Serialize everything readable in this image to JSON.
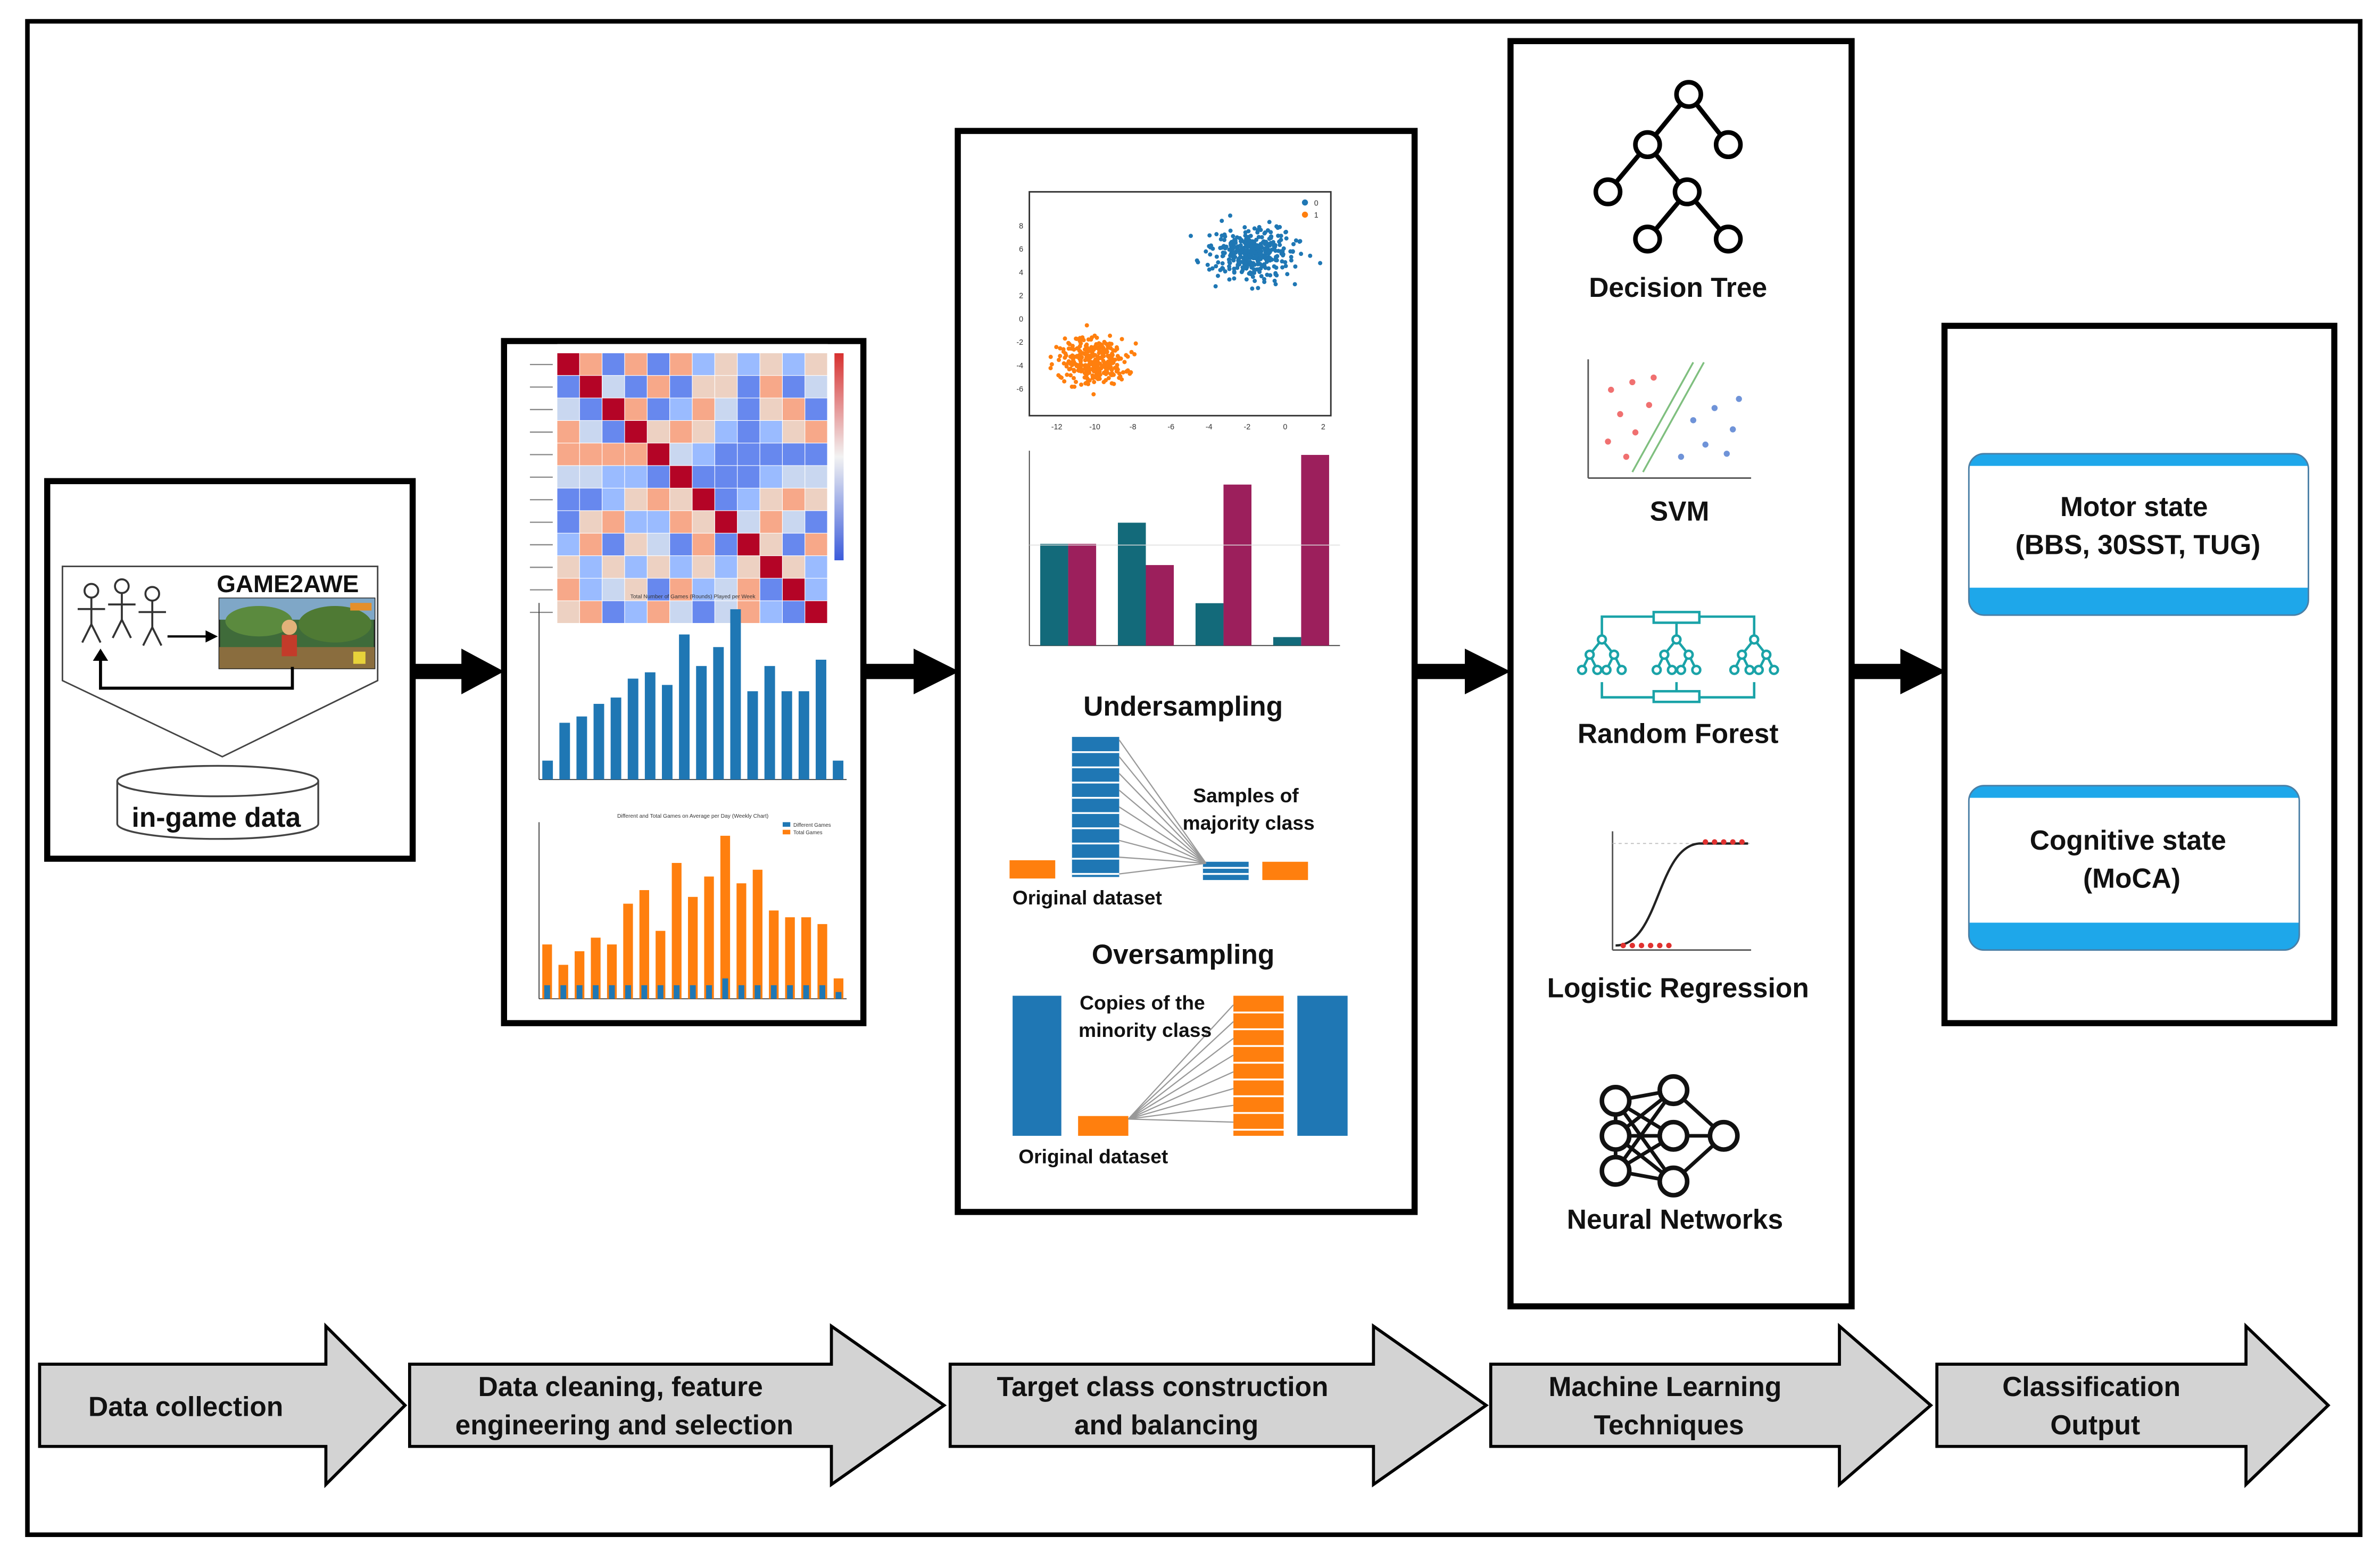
{
  "data_collection": {
    "app_name": "GAME2AWE",
    "database_label": "in-game data"
  },
  "balancing": {
    "undersampling_title": "Undersampling",
    "undersampling_note": [
      "Samples of",
      "majority class"
    ],
    "undersampling_caption": "Original dataset",
    "oversampling_title": "Oversampling",
    "oversampling_note": [
      "Copies of the",
      "minority class"
    ],
    "oversampling_caption": "Original dataset",
    "scatter_legend": [
      "0",
      "1"
    ],
    "scatter_x_ticks": [
      "-12",
      "-10",
      "-8",
      "-6",
      "-4",
      "-2",
      "0",
      "2"
    ],
    "scatter_y_ticks": [
      "8",
      "6",
      "4",
      "2",
      "0",
      "-2",
      "-4",
      "-6"
    ]
  },
  "ml_techniques": [
    {
      "label": "Decision Tree",
      "icon": "decision-tree-icon"
    },
    {
      "label": "SVM",
      "icon": "svm-icon"
    },
    {
      "label": "Random Forest",
      "icon": "random-forest-icon"
    },
    {
      "label": "Logistic Regression",
      "icon": "logistic-regression-icon"
    },
    {
      "label": "Neural Networks",
      "icon": "neural-network-icon"
    }
  ],
  "outputs": [
    {
      "lines": [
        "Motor state",
        "(BBS, 30SST, TUG)"
      ]
    },
    {
      "lines": [
        "Cognitive state",
        "(MoCA)"
      ]
    }
  ],
  "pipeline": [
    {
      "lines": [
        "Data collection"
      ]
    },
    {
      "lines": [
        "Data cleaning, feature",
        "engineering and selection"
      ]
    },
    {
      "lines": [
        "Target class construction",
        "and balancing"
      ]
    },
    {
      "lines": [
        "Machine Learning",
        "Techniques"
      ]
    },
    {
      "lines": [
        "Classification",
        "Output"
      ]
    }
  ],
  "colors": {
    "blue": "#1f77b4",
    "orange": "#ff7f0e",
    "teal": "#136a7a",
    "maroon": "#9c1f5c",
    "arrow_fill": "#d3d3d3",
    "output_band": "#1ea7ea"
  },
  "chart_data": [
    {
      "type": "bar",
      "title": "Total Number of Games (Rounds) Played per Week",
      "values": [
        3,
        9,
        10,
        12,
        13,
        16,
        17,
        15,
        23,
        18,
        21,
        27,
        14,
        18,
        14,
        14,
        19,
        3
      ]
    },
    {
      "type": "bar",
      "title": "Different and Total Games on Average per Day (Weekly Chart)",
      "legend": [
        "Different Games",
        "Total Games"
      ],
      "series": [
        {
          "name": "Different Games",
          "values": [
            2,
            2,
            2,
            2,
            2,
            2,
            2,
            2,
            2,
            2,
            2,
            3,
            2,
            2,
            2,
            2,
            2,
            2,
            1
          ]
        },
        {
          "name": "Total Games",
          "values": [
            8,
            5,
            7,
            9,
            8,
            14,
            16,
            10,
            20,
            15,
            18,
            24,
            17,
            19,
            13,
            12,
            12,
            11,
            3
          ]
        }
      ]
    },
    {
      "type": "bar",
      "series": [
        {
          "values": [
            24,
            29,
            10,
            2
          ]
        },
        {
          "values": [
            24,
            19,
            38,
            45
          ]
        }
      ]
    }
  ]
}
